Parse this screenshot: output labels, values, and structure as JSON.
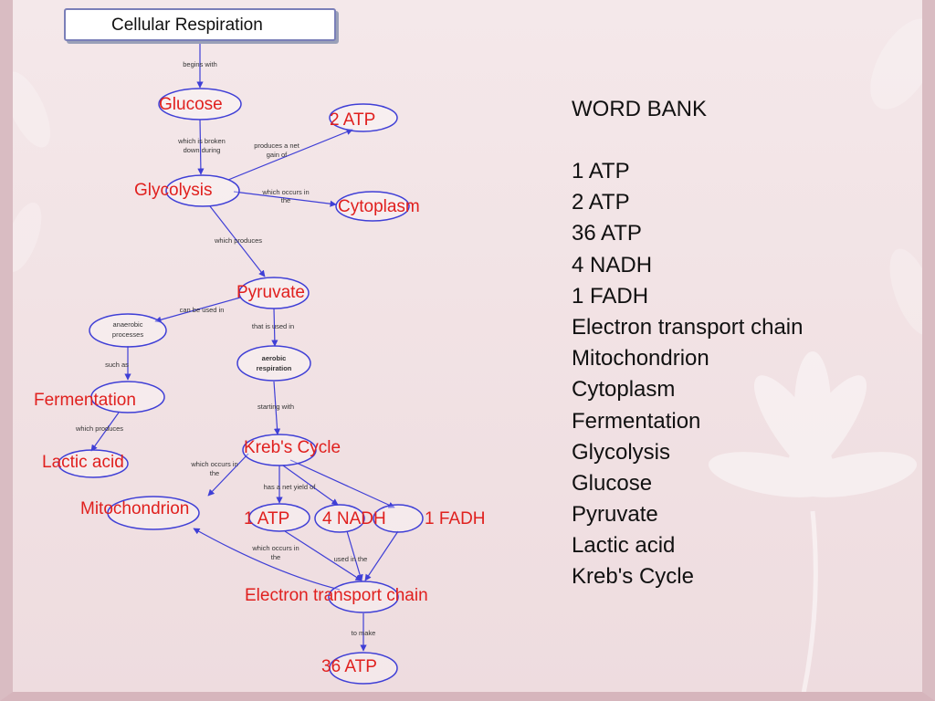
{
  "title": "Cellular Respiration",
  "link_labels": {
    "begins_with": "begins with",
    "which_is_broken_1": "which is broken",
    "which_is_broken_2": "down during",
    "produces_net_1": "produces a net",
    "produces_net_2": "gain of",
    "which_occurs_in_1": "which occurs in",
    "which_occurs_in_2": "the",
    "which_produces": "which produces",
    "can_be_used_in": "can be used in",
    "that_is_used_in": "that is used in",
    "such_as": "such as",
    "which_produces_2": "which produces",
    "starting_with": "starting with",
    "kreb_occurs_1": "which occurs in",
    "kreb_occurs_2": "the",
    "net_yield_1": "has a net yield of",
    "net_yield_2": "",
    "etc_occurs_1": "which occurs in",
    "etc_occurs_2": "the",
    "used_in": "used in the",
    "to_make": "to make"
  },
  "node_labels": {
    "anaerobic_1": "anaerobic",
    "anaerobic_2": "processes",
    "aerobic_1": "aerobic",
    "aerobic_2": "respiration"
  },
  "answers": {
    "glucose": "Glucose",
    "atp2": "2 ATP",
    "glycolysis": "Glycolysis",
    "cytoplasm": "Cytoplasm",
    "pyruvate": "Pyruvate",
    "fermentation": "Fermentation",
    "lactic_acid": "Lactic acid",
    "krebs_cycle": "Kreb's Cycle",
    "mitochondrion": "Mitochondrion",
    "atp1": "1 ATP",
    "nadh4": "4 NADH",
    "fadh1": "1 FADH",
    "etc": "Electron transport chain",
    "atp36": "36 ATP"
  },
  "word_bank": {
    "title": "WORD BANK",
    "items": [
      "1 ATP",
      "2 ATP",
      "36 ATP",
      "4 NADH",
      "1 FADH",
      "Electron transport chain",
      "Mitochondrion",
      "Cytoplasm",
      "Fermentation",
      "Glycolysis",
      "Glucose",
      "Pyruvate",
      "Lactic acid",
      "Kreb's Cycle"
    ]
  },
  "colors": {
    "node_stroke": "#3f3fd6",
    "answer_text": "#e0201e",
    "background": "#f2e3e5"
  }
}
